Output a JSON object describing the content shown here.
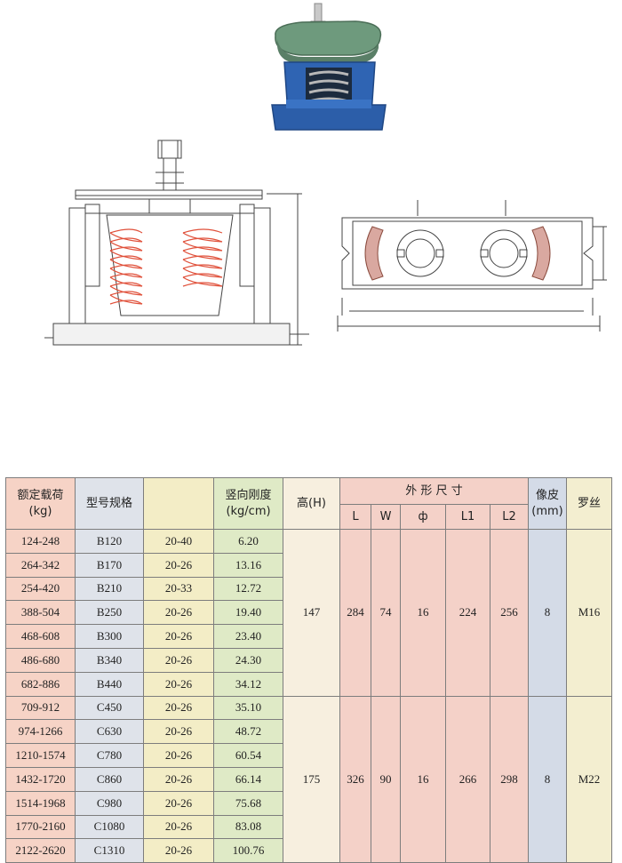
{
  "table": {
    "headers": {
      "load": "额定载荷",
      "load_unit": "(kg)",
      "model": "型号规格",
      "blank": "",
      "stiffness": "竖向刚度",
      "stiffness_unit": "(kg/cm)",
      "height": "高(H)",
      "dimensions": "外 形 尺 寸",
      "L": "L",
      "W": "W",
      "phi": "ф",
      "L1": "L1",
      "L2": "L2",
      "rubber": "像皮",
      "rubber_unit": "(mm)",
      "thread": "罗丝"
    },
    "group_b": {
      "rows": [
        [
          "124-248",
          "B120",
          "20-40",
          "6.20"
        ],
        [
          "264-342",
          "B170",
          "20-26",
          "13.16"
        ],
        [
          "254-420",
          "B210",
          "20-33",
          "12.72"
        ],
        [
          "388-504",
          "B250",
          "20-26",
          "19.40"
        ],
        [
          "468-608",
          "B300",
          "20-26",
          "23.40"
        ],
        [
          "486-680",
          "B340",
          "20-26",
          "24.30"
        ],
        [
          "682-886",
          "B440",
          "20-26",
          "34.12"
        ]
      ],
      "height": "147",
      "L": "284",
      "W": "74",
      "phi": "16",
      "L1": "224",
      "L2": "256",
      "rubber": "8",
      "thread": "M16"
    },
    "group_c": {
      "rows": [
        [
          "709-912",
          "C450",
          "20-26",
          "35.10"
        ],
        [
          "974-1266",
          "C630",
          "20-26",
          "48.72"
        ],
        [
          "1210-1574",
          "C780",
          "20-26",
          "60.54"
        ],
        [
          "1432-1720",
          "C860",
          "20-26",
          "66.14"
        ],
        [
          "1514-1968",
          "C980",
          "20-26",
          "75.68"
        ],
        [
          "1770-2160",
          "C1080",
          "20-26",
          "83.08"
        ],
        [
          "2122-2620",
          "C1310",
          "20-26",
          "100.76"
        ]
      ],
      "height": "175",
      "L": "326",
      "W": "90",
      "phi": "16",
      "L1": "266",
      "L2": "298",
      "rubber": "8",
      "thread": "M22"
    }
  },
  "colors": {
    "mount_blue": "#2f64b3",
    "top_plate_green": "#6e9a7d",
    "spring_red": "#e0503a",
    "line": "#444444"
  },
  "icons": [
    "product-photo",
    "front-elevation-drawing",
    "plan-view-drawing"
  ]
}
